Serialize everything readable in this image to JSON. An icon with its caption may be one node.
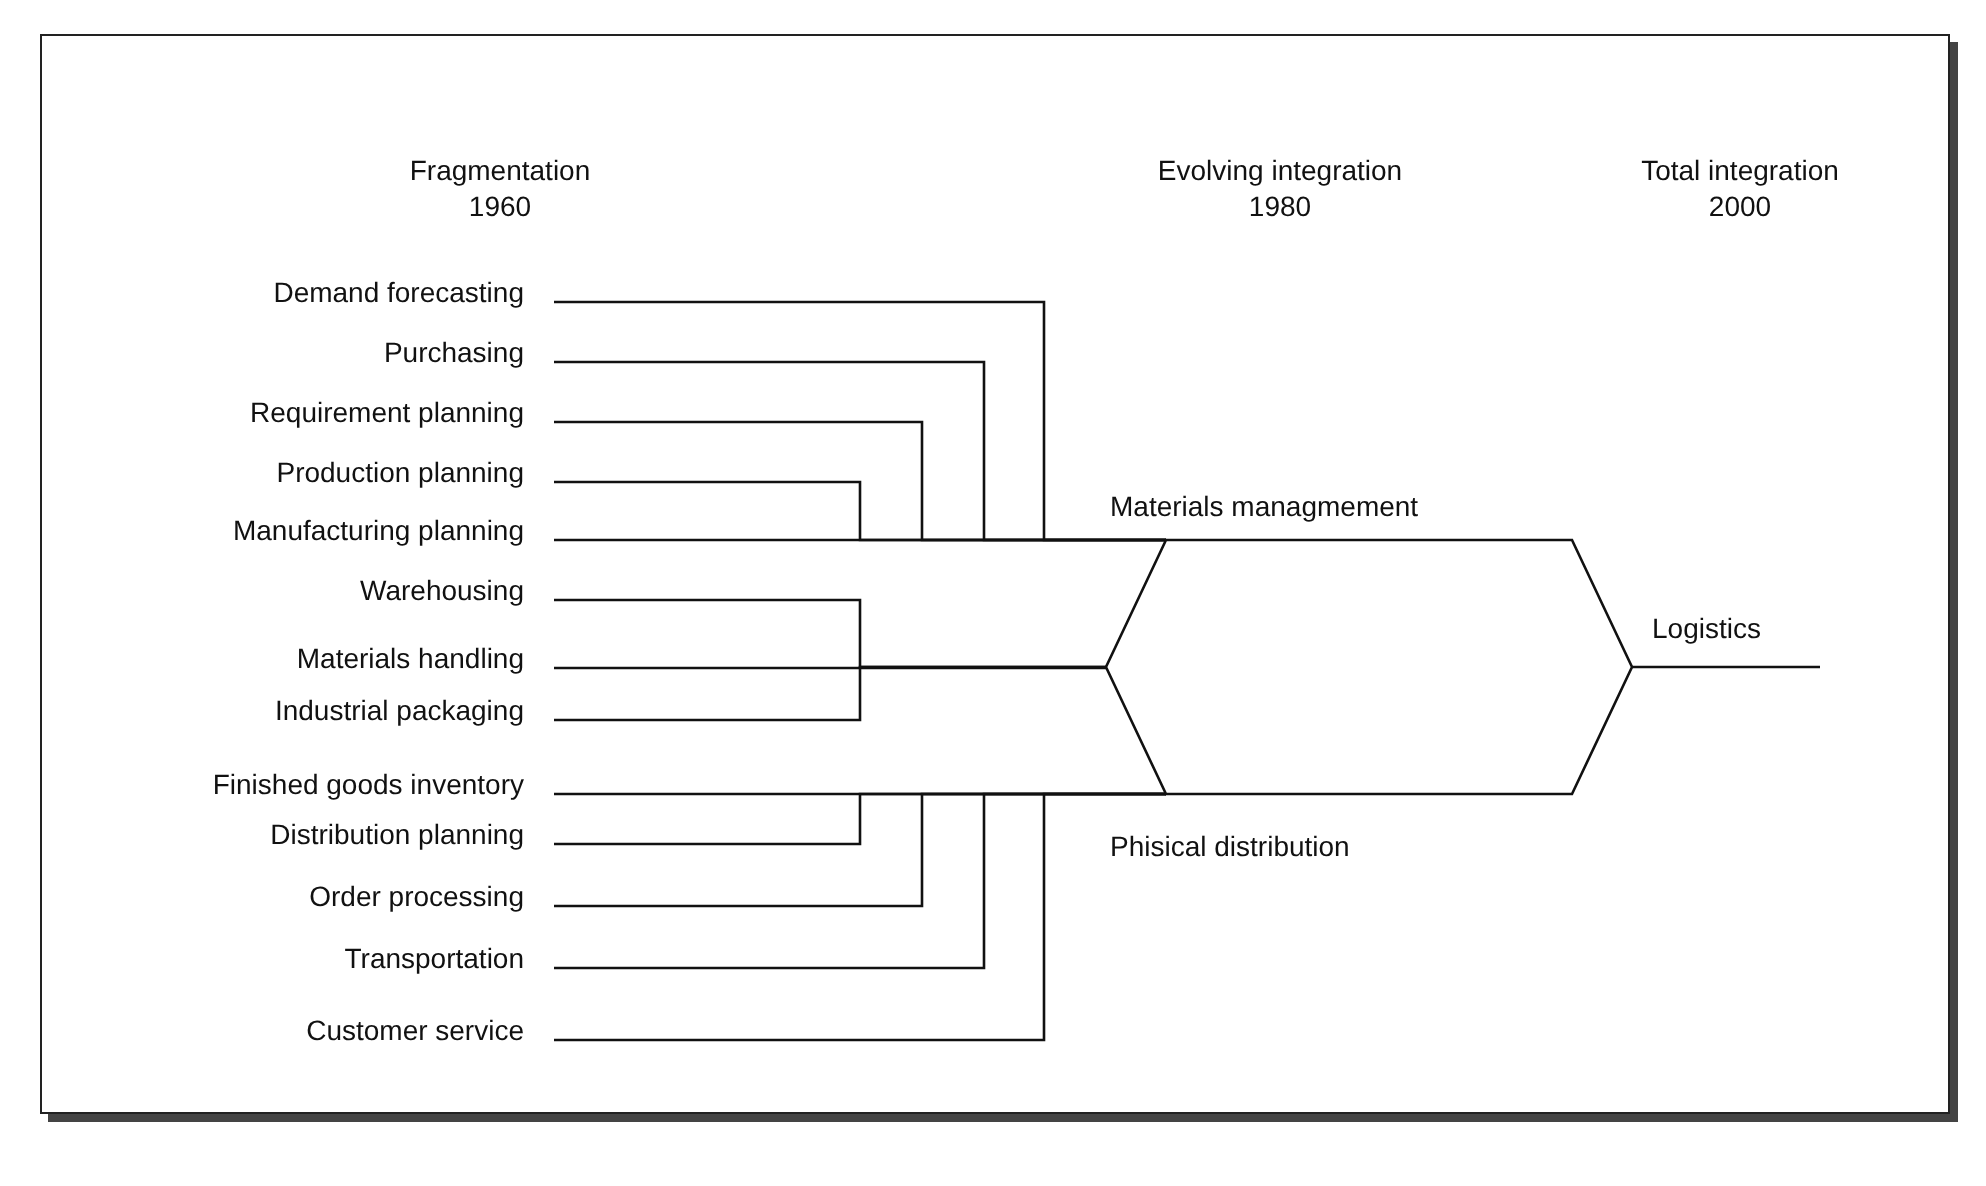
{
  "diagram": {
    "nodes": [
      {
        "text": [
          "Demand forecasting"
        ]
      },
      {
        "text": [
          "Purchasing"
        ]
      },
      {
        "text": [
          "Requirement planning"
        ]
      },
      {
        "text": [
          "Production planning"
        ]
      },
      {
        "text": [
          "Manufacturing planning"
        ]
      },
      {
        "text": [
          "Warehousing"
        ]
      },
      {
        "text": [
          "Materials handling"
        ]
      },
      {
        "text": [
          "Industrial packaging"
        ]
      },
      {
        "text": [
          "Finished goods inventory"
        ]
      },
      {
        "text": [
          "Distribution planning"
        ]
      },
      {
        "text": [
          "Order processing"
        ]
      },
      {
        "text": [
          "Transportation"
        ]
      },
      {
        "text": [
          "Customer service"
        ]
      },
      {
        "text": [],
        "shape": "hexagon",
        "beside": [
          "Materials managmement",
          "Phisical distribution"
        ]
      },
      {
        "text": [
          "Logistics"
        ]
      }
    ],
    "edges": [
      {
        "from": 0,
        "to": 13,
        "arrow": "none"
      },
      {
        "from": 1,
        "to": 13,
        "arrow": "none"
      },
      {
        "from": 2,
        "to": 13,
        "arrow": "none"
      },
      {
        "from": 3,
        "to": 13,
        "arrow": "none"
      },
      {
        "from": 4,
        "to": 13,
        "arrow": "none"
      },
      {
        "from": 5,
        "to": 13,
        "arrow": "none"
      },
      {
        "from": 6,
        "to": 13,
        "arrow": "none"
      },
      {
        "from": 7,
        "to": 13,
        "arrow": "none"
      },
      {
        "from": 8,
        "to": 13,
        "arrow": "none"
      },
      {
        "from": 9,
        "to": 13,
        "arrow": "none"
      },
      {
        "from": 10,
        "to": 13,
        "arrow": "none"
      },
      {
        "from": 11,
        "to": 13,
        "arrow": "none"
      },
      {
        "from": 12,
        "to": 13,
        "arrow": "none"
      },
      {
        "from": 13,
        "to": 14,
        "arrow": "none"
      }
    ],
    "labels": [
      "Fragmentation",
      "1960",
      "Evolving integration",
      "1980",
      "Total integration",
      "2000"
    ]
  }
}
